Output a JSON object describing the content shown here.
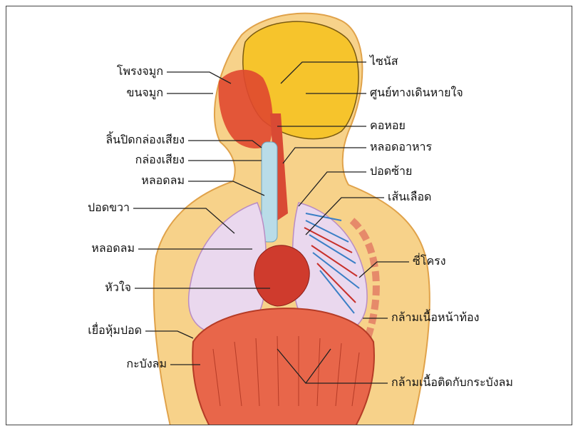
{
  "labels_left": [
    {
      "id": "nasal-cavity",
      "text": "โพรงจมูก"
    },
    {
      "id": "nose-hair",
      "text": "ขนจมูก"
    },
    {
      "id": "epiglottis",
      "text": "ลิ้นปิดกล่องเสียง"
    },
    {
      "id": "larynx",
      "text": "กล่องเสียง"
    },
    {
      "id": "trachea-upper",
      "text": "หลอดลม"
    },
    {
      "id": "right-lung",
      "text": "ปอดขวา"
    },
    {
      "id": "bronchus",
      "text": "หลอดลม"
    },
    {
      "id": "heart",
      "text": "หัวใจ"
    },
    {
      "id": "pleura",
      "text": "เยื่อหุ้มปอด"
    },
    {
      "id": "diaphragm",
      "text": "กะบังลม"
    }
  ],
  "labels_right": [
    {
      "id": "sinus",
      "text": "ไซนัส"
    },
    {
      "id": "respiratory-center",
      "text": "ศูนย์ทางเดินหายใจ"
    },
    {
      "id": "pharynx",
      "text": "คอหอย"
    },
    {
      "id": "esophagus",
      "text": "หลอดอาหาร"
    },
    {
      "id": "left-lung",
      "text": "ปอดซ้าย"
    },
    {
      "id": "blood-vessel",
      "text": "เส้นเลือด"
    },
    {
      "id": "ribs",
      "text": "ซี่โครง"
    },
    {
      "id": "abdominal-muscle",
      "text": "กล้ามเนื้อหน้าท้อง"
    },
    {
      "id": "diaphragm-muscle",
      "text": "กล้ามเนื้อติดกับกระบังลม"
    }
  ],
  "colors": {
    "skin": "#f7d28a",
    "brain": "#f6c42c",
    "tissue": "#e0482f",
    "lung": "#ead8ee",
    "vessel": "#3a7fc6",
    "trachea": "#b9dce8",
    "leader_line": "#222222"
  }
}
